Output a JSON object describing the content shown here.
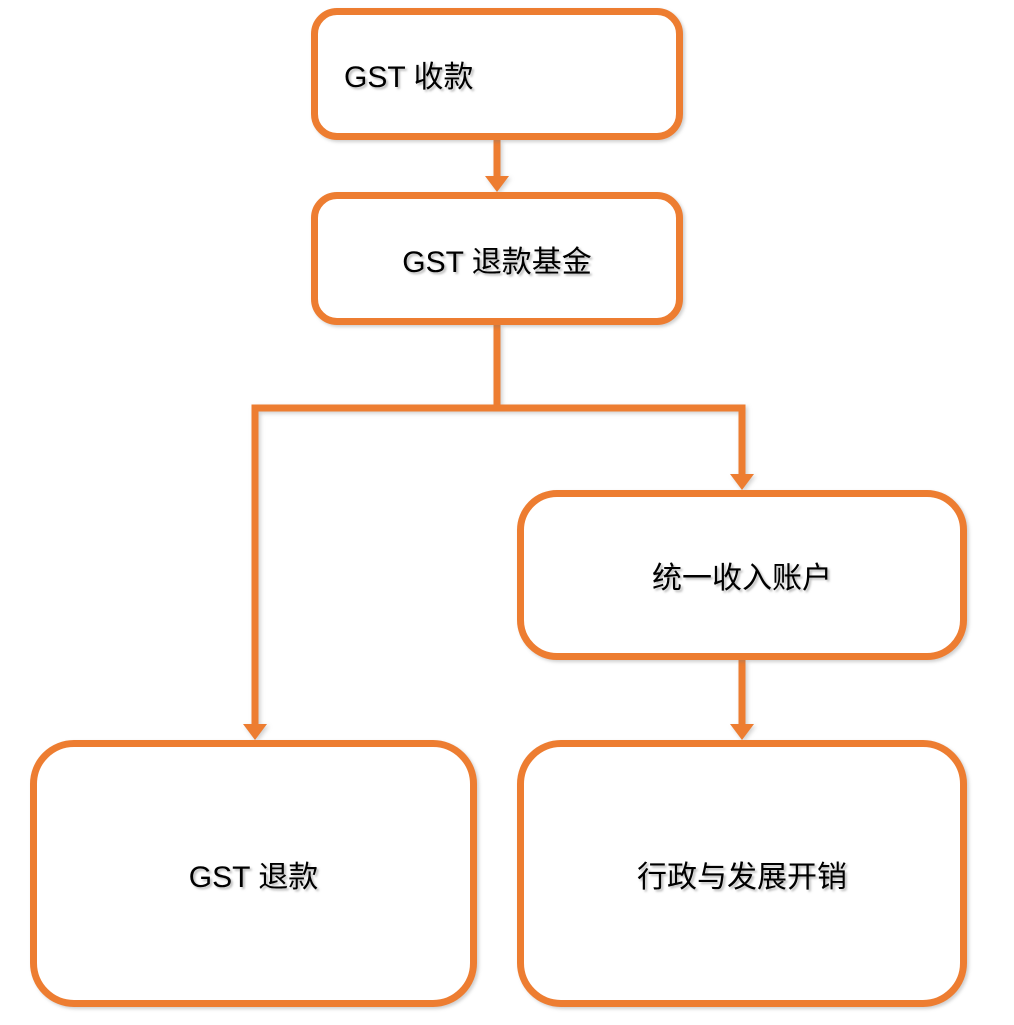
{
  "diagram": {
    "type": "flowchart",
    "colors": {
      "accent": "#ED7D31",
      "text": "#000000",
      "background": "#FFFFFF"
    },
    "nodes": [
      {
        "id": "gst-collection",
        "label": "GST 收款"
      },
      {
        "id": "gst-refund-fund",
        "label": "GST 退款基金"
      },
      {
        "id": "consolidated-revenue-account",
        "label": "统一收入账户"
      },
      {
        "id": "gst-refund",
        "label": "GST 退款"
      },
      {
        "id": "admin-development-expenses",
        "label": "行政与发展开销"
      }
    ],
    "edges": [
      {
        "from": "gst-collection",
        "to": "gst-refund-fund"
      },
      {
        "from": "gst-refund-fund",
        "to": "gst-refund"
      },
      {
        "from": "gst-refund-fund",
        "to": "consolidated-revenue-account"
      },
      {
        "from": "consolidated-revenue-account",
        "to": "admin-development-expenses"
      }
    ]
  }
}
